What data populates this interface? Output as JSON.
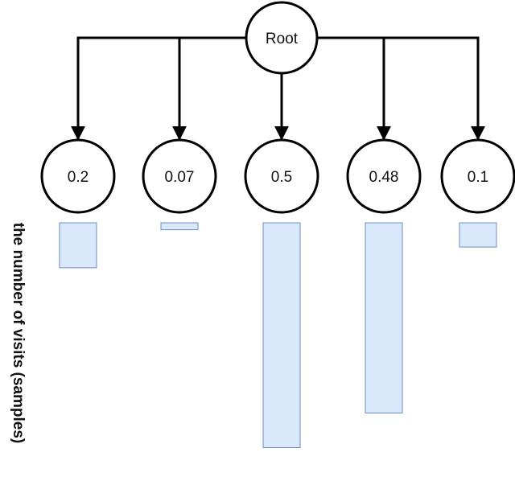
{
  "root": {
    "label": "Root"
  },
  "children": [
    {
      "label": "0.2",
      "visits": 0.13
    },
    {
      "label": "0.07",
      "visits": 0.02
    },
    {
      "label": "0.5",
      "visits": 0.65
    },
    {
      "label": "0.48",
      "visits": 0.55
    },
    {
      "label": "0.1",
      "visits": 0.07
    }
  ],
  "side_label": "the number of visits (samples)",
  "colors": {
    "bar_fill": "#dae8fc",
    "bar_stroke": "#6c8ebf",
    "line": "#000000",
    "node_fill": "#ffffff"
  }
}
